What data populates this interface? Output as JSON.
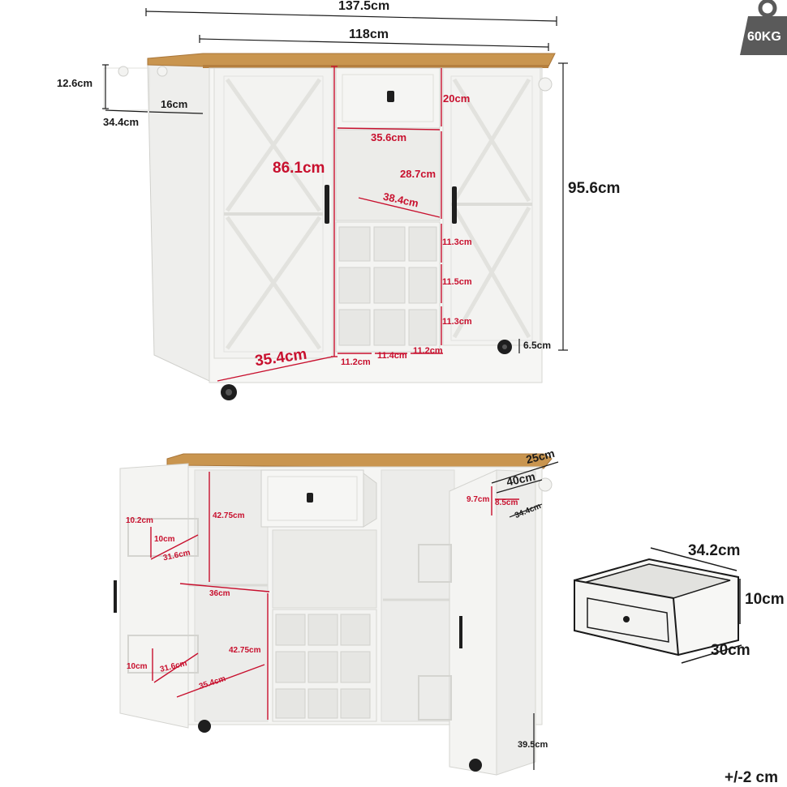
{
  "colors": {
    "dimension_red": "#c8102e",
    "dimension_black": "#1a1a1a",
    "cabinet_white": "#f4f4f2",
    "cabinet_edge": "#d6d6d2",
    "wood_top": "#c9954f",
    "badge_gray": "#5a5a5a"
  },
  "weight_badge": {
    "text": "60KG",
    "icon": "weight-icon"
  },
  "front_view": {
    "total_width": "137.5cm",
    "top_width": "118cm",
    "towel_rack_height": "12.6cm",
    "towel_rack_width": "16cm",
    "side_depth": "34.4cm",
    "total_height": "95.6cm",
    "cabinet_height": "86.1cm",
    "drawer_height": "20cm",
    "drawer_width": "35.6cm",
    "shelf_height": "28.7cm",
    "shelf_depth": "38.4cm",
    "wine_row_1": "11.3cm",
    "wine_row_2": "11.5cm",
    "wine_row_3": "11.3cm",
    "wheel_height": "6.5cm",
    "door_width": "35.4cm",
    "wine_col_1": "11.2cm",
    "wine_col_2": "11.4cm",
    "wine_col_3": "11.2cm"
  },
  "open_view": {
    "top_depth": "25cm",
    "top_side": "40cm",
    "rack_width": "9.7cm",
    "rack_depth": "8.5cm",
    "side_depth": "34.4cm",
    "upper_shelf_height": "42.75cm",
    "lower_shelf_height": "42.75cm",
    "shelf_width": "36cm",
    "shelf_depth": "35.4cm",
    "door_rack_height_top": "10.2cm",
    "door_rack_depth_top": "10cm",
    "door_rack_width_top": "31.6cm",
    "door_rack_height_bottom": "10cm",
    "door_rack_width_bottom": "31.6cm",
    "side_cabinet_depth": "39.5cm"
  },
  "drawer_detail": {
    "width": "34.2cm",
    "height": "10cm",
    "depth": "30cm"
  },
  "tolerance": "+/-2 cm"
}
